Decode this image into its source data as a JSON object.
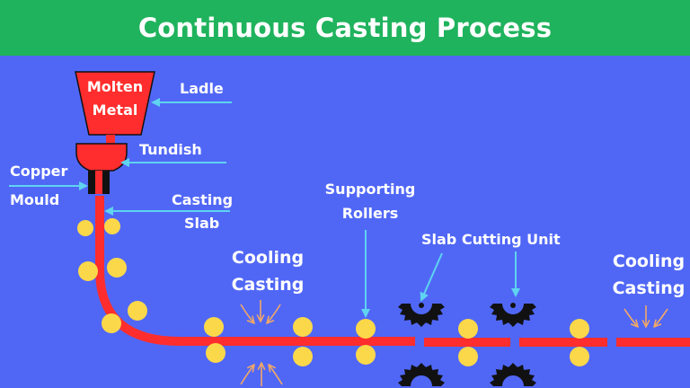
{
  "title": "Continuous Casting Process",
  "labels": {
    "molten_line1": "Molten",
    "molten_line2": "Metal",
    "ladle": "Ladle",
    "tundish": "Tundish",
    "copper": "Copper",
    "mould": "Mould",
    "casting_line1": "Casting",
    "casting_line2": "Slab",
    "supporting_line1": "Supporting",
    "supporting_line2": "Rollers",
    "slab_cutting": "Slab Cutting Unit",
    "cooling1_line1": "Cooling",
    "cooling1_line2": "Casting",
    "cooling2_line1": "Cooling",
    "cooling2_line2": "Casting"
  },
  "colors": {
    "header_bg": "#1fb35d",
    "background": "#5067f6",
    "metal_red": "#ff2d2d",
    "roller_yellow": "#fbd84a",
    "arrow_cyan": "#5fd3f0",
    "cooling_arrow": "#f3a866",
    "mould_black": "#111111",
    "text": "#ffffff"
  },
  "icons": [
    "ladle-icon",
    "tundish-icon",
    "mould-icon",
    "cutting-saw-icon",
    "roller-icon",
    "cooling-arrow-icon"
  ]
}
